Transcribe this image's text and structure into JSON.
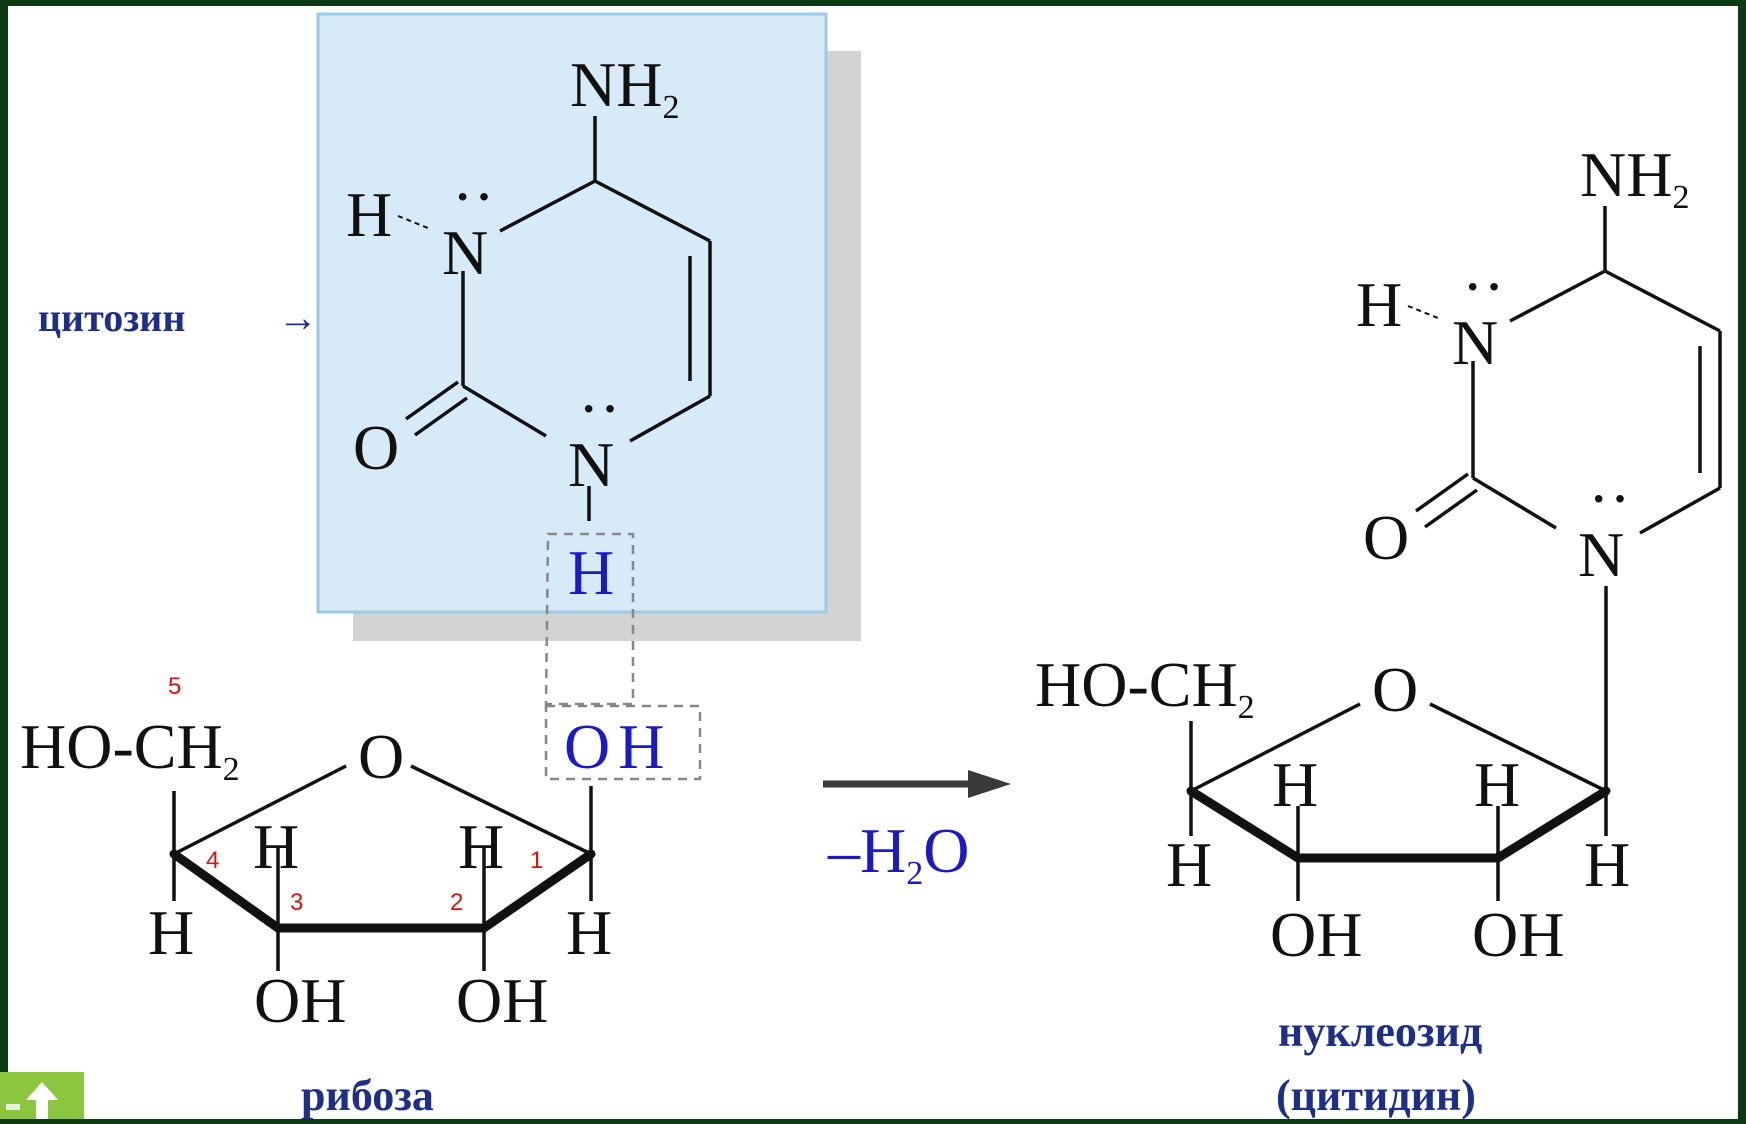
{
  "labels": {
    "cytosine": "цитозин",
    "arrow_glyph": "→",
    "ribose": "рибоза",
    "nucleoside": "нуклеозид",
    "cytidine": "(цитидин)",
    "water_minus": "–H",
    "water_sub": "2",
    "water_o": "O"
  },
  "atoms": {
    "N": "N",
    "H": "H",
    "O": "O",
    "OH": "OH",
    "NH": "NH",
    "two": "2",
    "ho_ch": "HO-CH",
    "lone_pair": "··",
    "O_blue": "O",
    "H_blue": "H"
  },
  "carbon_numbers": [
    "1",
    "2",
    "3",
    "4",
    "5"
  ],
  "colors": {
    "highlight_fill": "#d6eaf8",
    "highlight_border": "#9ccbe8",
    "shadow": "#d3d3d3",
    "caption": "#1e2f8a",
    "blue_atoms": "#1a1ac8",
    "carbon_numbers": "#e01010",
    "nav_button": "#8cc63e"
  },
  "nav": {
    "icon": "up-arrow-icon"
  }
}
